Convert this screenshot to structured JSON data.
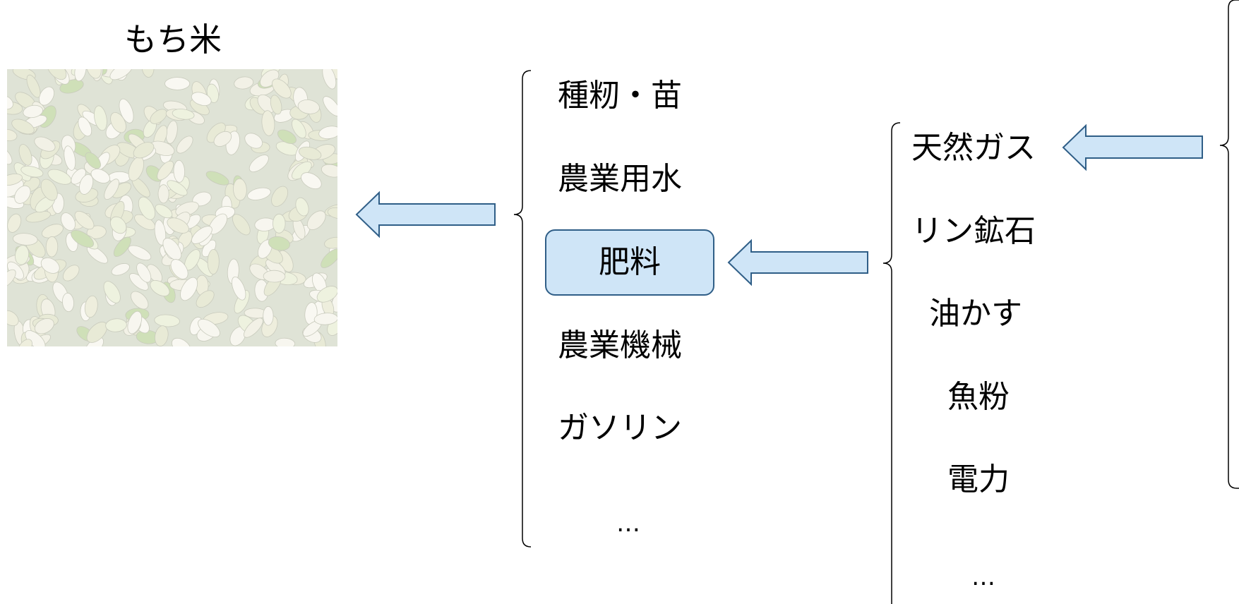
{
  "product": {
    "title": "もち米",
    "image_icon": "rice-grains-photo"
  },
  "inputs": {
    "items": [
      "種籾・苗",
      "農業用水",
      "肥料",
      "農業機械",
      "ガソリン",
      "…"
    ],
    "highlighted": "肥料"
  },
  "fertilizer_sources": {
    "items": [
      "天然ガス",
      "リン鉱石",
      "油かす",
      "魚粉",
      "電力",
      "…"
    ]
  },
  "colors": {
    "arrow_fill": "#cfe5f7",
    "arrow_stroke": "#2f5e87",
    "highlight_fill": "#cfe5f7",
    "bracket": "#000000"
  }
}
